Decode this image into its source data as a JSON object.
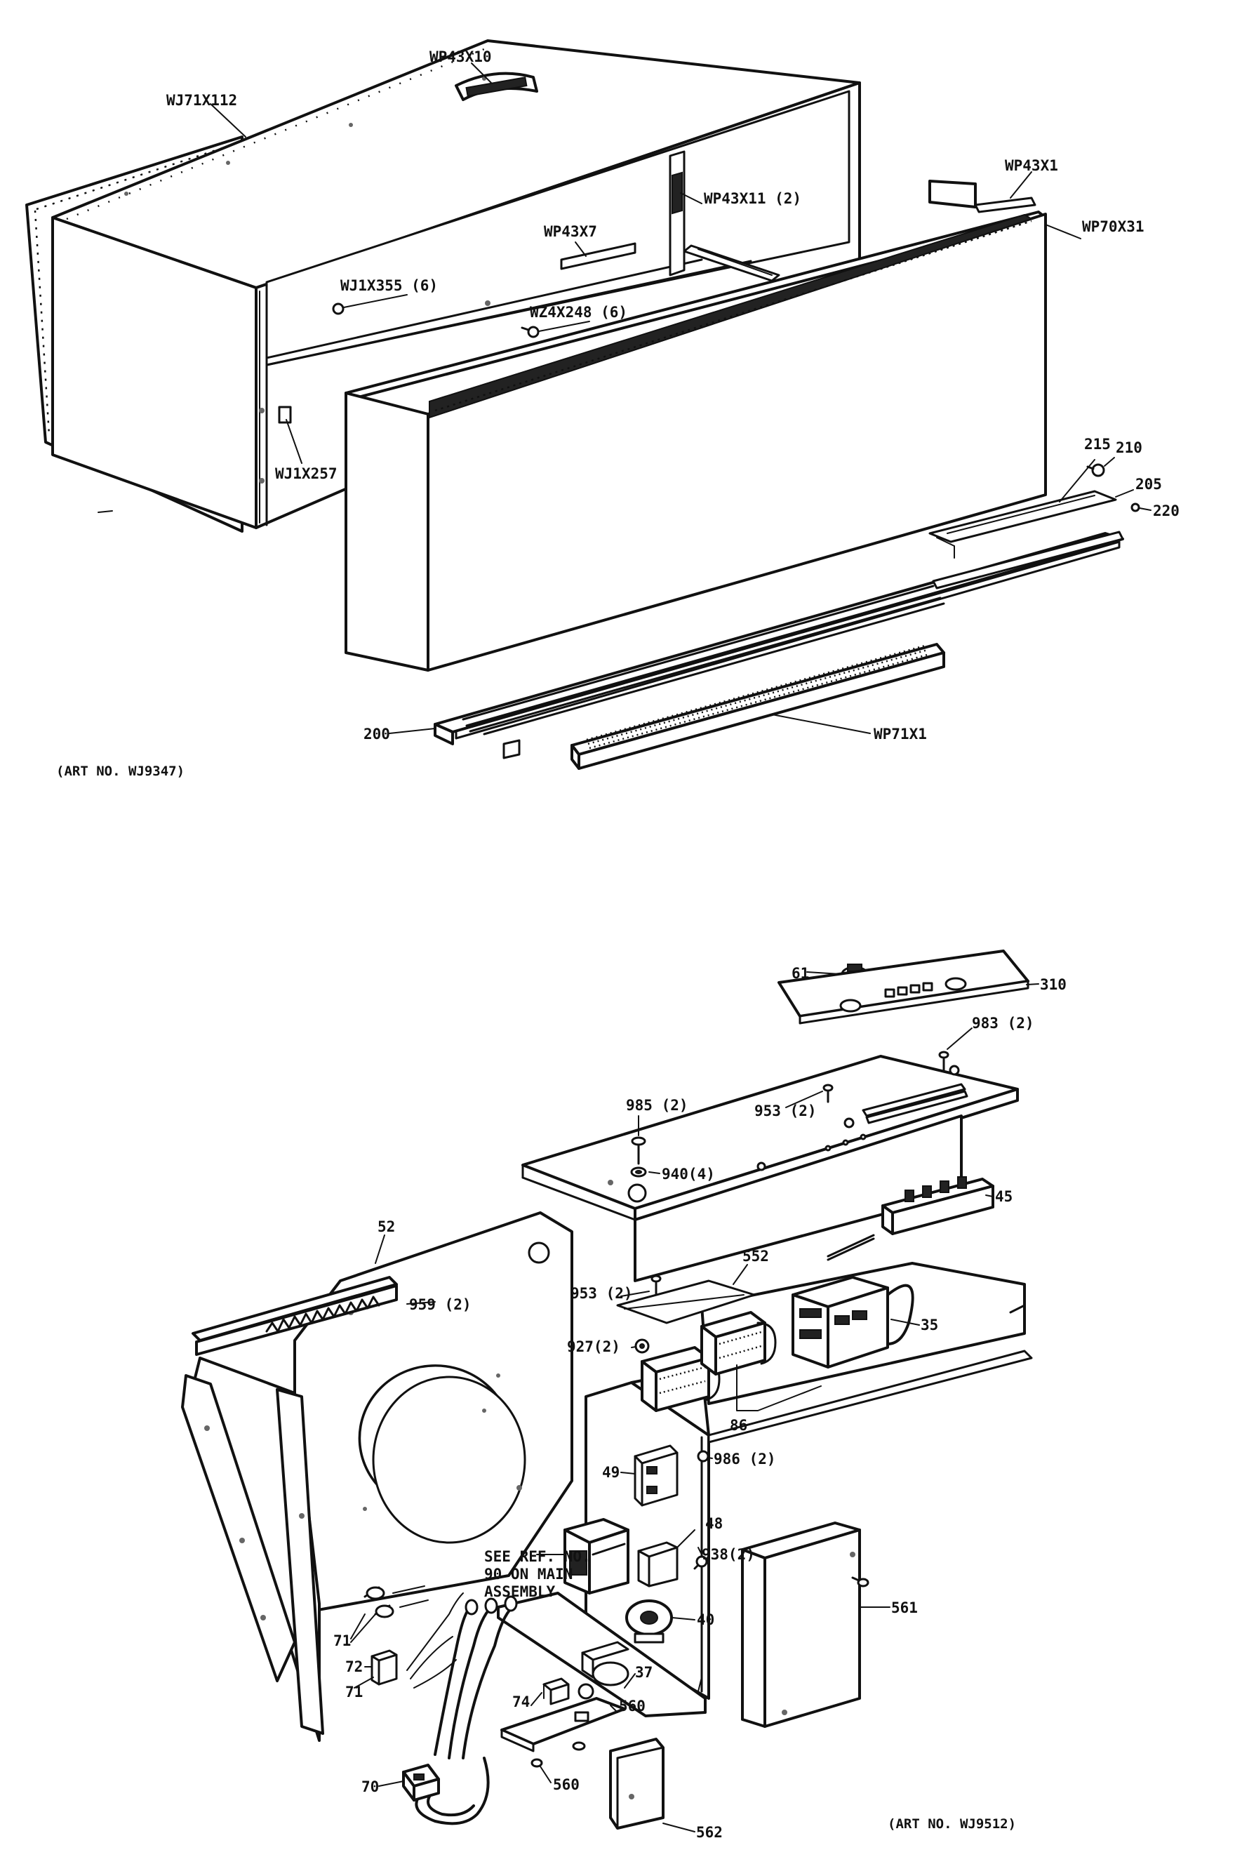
{
  "upper_assembly": {
    "art_no": "(ART NO. WJ9347)",
    "callouts": {
      "wj71x112": "WJ71X112",
      "wp43x10": "WP43X10",
      "wp43x11": "WP43X11 (2)",
      "wp43x1": "WP43X1",
      "wp70x31": "WP70X31",
      "wp43x7": "WP43X7",
      "wj1x355": "WJ1X355 (6)",
      "wz4x248": "WZ4X248 (6)",
      "wj1x257": "WJ1X257",
      "p215": "215",
      "p210": "210",
      "p205": "205",
      "p220": "220",
      "p200": "200",
      "wp71x1": "WP71X1"
    }
  },
  "lower_assembly": {
    "art_no": "(ART NO. WJ9512)",
    "callouts": {
      "p61": "61",
      "p310": "310",
      "p983": "983 (2)",
      "p985": "985 (2)",
      "p953a": "953 (2)",
      "p940": "940(4)",
      "p45": "45",
      "p52": "52",
      "p959": "959 (2)",
      "p953b": "953 (2)",
      "p552": "552",
      "p927": "927(2)",
      "p35": "35",
      "p86": "86",
      "p49": "49",
      "p986": "986 (2)",
      "p48": "48",
      "p938": "938(2)",
      "see_ref_1": "SEE REF. NO.",
      "see_ref_2": "90 ON MAIN",
      "see_ref_3": "ASSEMBLY",
      "p40": "40",
      "p561": "561",
      "p71a": "71",
      "p72": "72",
      "p71b": "71",
      "p37": "37",
      "p74": "74",
      "p560a": "560",
      "p560b": "560",
      "p70": "70",
      "p562": "562"
    }
  }
}
